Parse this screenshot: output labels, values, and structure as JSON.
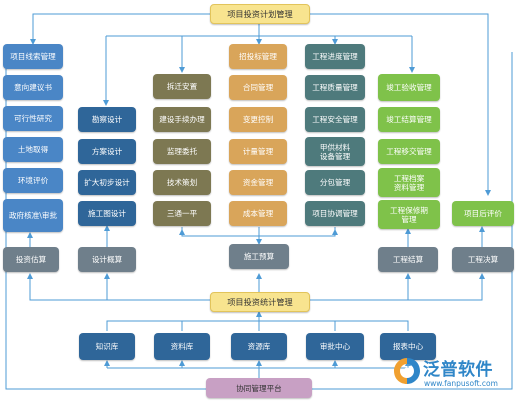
{
  "top_box": "项目投资计划管理",
  "middle_box": "项目投资统计管理",
  "bottom_box": "协同管理平台",
  "col1": [
    "项目线索管理",
    "意向建议书",
    "可行性研究",
    "土地取得",
    "环境评价",
    "政府核准\\审批"
  ],
  "col1_bottom": "投资估算",
  "col2": [
    "勘察设计",
    "方案设计",
    "扩大初步设计",
    "施工图设计"
  ],
  "col2_bottom": "设计概算",
  "col3": [
    "拆迁安置",
    "建设手续办理",
    "监理委托",
    "技术策划",
    "三通一平"
  ],
  "col4": [
    "招投标管理",
    "合同管理",
    "变更控制",
    "计量管理",
    "资金管理",
    "成本管理"
  ],
  "col5": [
    "工程进度管理",
    "工程质量管理",
    "工程安全管理",
    "甲供材料\n设备管理",
    "分包管理",
    "项目协调管理"
  ],
  "center_bottom": "施工预算",
  "col6": [
    "竣工验收管理",
    "竣工结算管理",
    "工程移交管理",
    "工程档案\n资料管理",
    "工程保修期\n管理"
  ],
  "col6_bottom": "工程结算",
  "col7_box": "项目后评价",
  "col7_bottom": "工程决算",
  "bottom_row": [
    "知识库",
    "资料库",
    "资源库",
    "审批中心",
    "报表中心"
  ],
  "logo": {
    "name": "泛普软件",
    "url": "www.fanpusoft.com"
  },
  "colors": {
    "line": "#4e9bd6",
    "blue": "#4a86c6",
    "navy": "#2f6699",
    "olive": "#7d7852",
    "tan": "#d9a55a",
    "slate": "#4e7a7c",
    "green": "#7fc24a",
    "gray": "#6f7f8b",
    "header": "#f8e48f",
    "footer": "#c8a0c4"
  }
}
